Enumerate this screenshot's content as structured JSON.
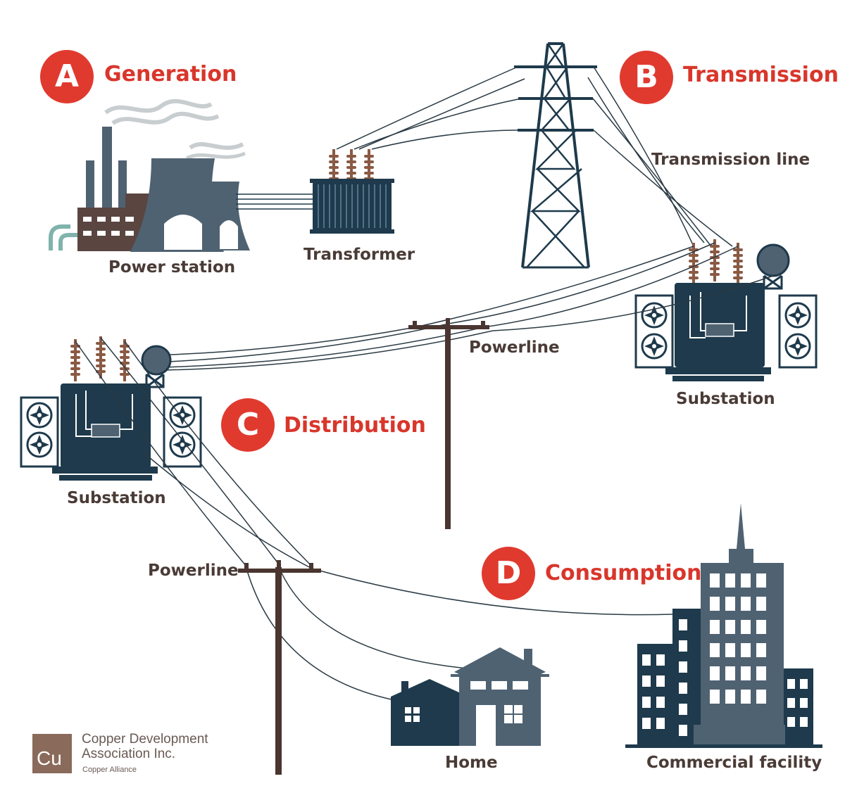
{
  "stages": [
    {
      "letter": "A",
      "title": "Generation"
    },
    {
      "letter": "B",
      "title": "Transmission"
    },
    {
      "letter": "C",
      "title": "Distribution"
    },
    {
      "letter": "D",
      "title": "Consumption"
    }
  ],
  "labels": {
    "power_station": "Power station",
    "transformer": "Transformer",
    "transmission_line": "Transmission line",
    "substation_right": "Substation",
    "substation_left": "Substation",
    "powerline_upper": "Powerline",
    "powerline_lower": "Powerline",
    "home": "Home",
    "commercial_facility": "Commercial facility"
  },
  "logo": {
    "symbol": "Cu",
    "name_line1": "Copper Development",
    "name_line2": "Association Inc.",
    "subtitle": "Copper Alliance"
  },
  "colors": {
    "accent_red": "#e03a2f",
    "equipment_navy": "#1e3a4c",
    "building_slate": "#4f6272",
    "plant_brown": "#5a4540",
    "insulator_brown": "#8a5a44",
    "pole_brown": "#4a3530",
    "pipe_teal": "#7fb3ac",
    "steam_gray": "#c8cdd0"
  }
}
